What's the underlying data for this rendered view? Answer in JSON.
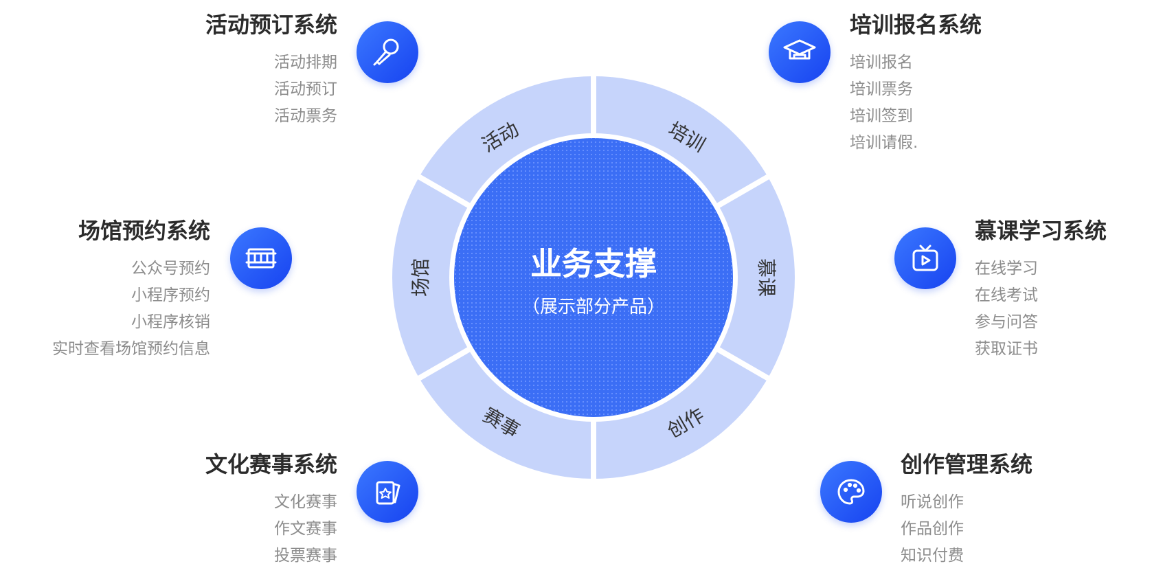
{
  "center": {
    "title": "业务支撑",
    "subtitle": "（展示部分产品）"
  },
  "colors": {
    "ring": "#c6d4fb",
    "ring_divider": "#ffffff",
    "core": "#3b6ef5",
    "core_dot": "#6b93ff",
    "icon": "#2453f5"
  },
  "segments": [
    "活动",
    "培训",
    "慕课",
    "创作",
    "赛事",
    "场馆"
  ],
  "systems": [
    {
      "id": "activity",
      "title": "活动预订系统",
      "icon": "microphone-icon",
      "items": [
        "活动排期",
        "活动预订",
        "活动票务"
      ]
    },
    {
      "id": "training",
      "title": "培训报名系统",
      "icon": "graduation-cap-icon",
      "items": [
        "培训报名",
        "培训票务",
        "培训签到",
        "培训请假."
      ]
    },
    {
      "id": "venue",
      "title": "场馆预约系统",
      "icon": "venue-icon",
      "items": [
        "公众号预约",
        "小程序预约",
        "小程序核销",
        "实时查看场馆预约信息"
      ]
    },
    {
      "id": "mooc",
      "title": "慕课学习系统",
      "icon": "tv-play-icon",
      "items": [
        "在线学习",
        "在线考试",
        "参与问答",
        "获取证书"
      ]
    },
    {
      "id": "contest",
      "title": "文化赛事系统",
      "icon": "cards-icon",
      "items": [
        "文化赛事",
        "作文赛事",
        "投票赛事"
      ]
    },
    {
      "id": "creation",
      "title": "创作管理系统",
      "icon": "palette-icon",
      "items": [
        "听说创作",
        "作品创作",
        "知识付费"
      ]
    }
  ]
}
